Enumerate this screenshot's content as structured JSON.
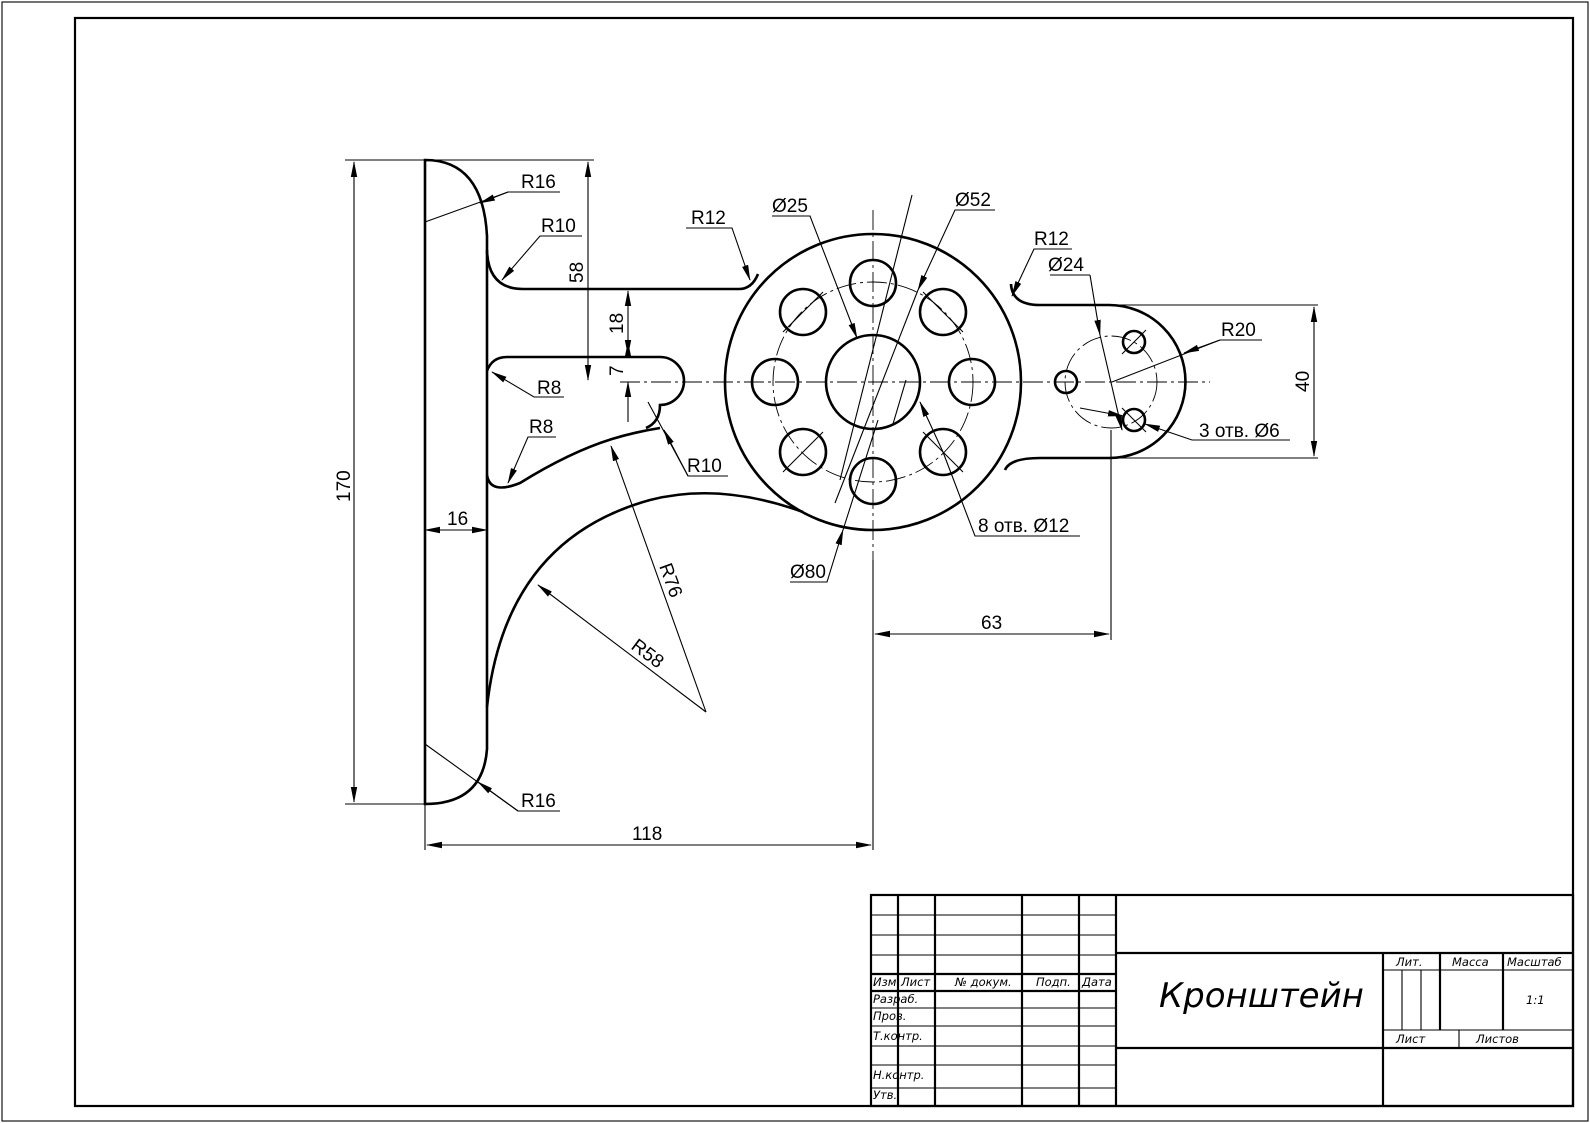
{
  "dimensions": {
    "r16_top": "R16",
    "r10_top": "R10",
    "r12_left": "R12",
    "d25": "Ø25",
    "d52": "Ø52",
    "r12_right": "R12",
    "d24": "Ø24",
    "r20": "R20",
    "dim_58": "58",
    "dim_18": "18",
    "dim_7": "7",
    "dim_40": "40",
    "r8_upper": "R8",
    "r8_lower": "R8",
    "r10_slot": "R10",
    "holes_6": "3 отв. Ø6",
    "dim_170": "170",
    "dim_16": "16",
    "holes_12": "8 отв. Ø12",
    "d80": "Ø80",
    "r76": "R76",
    "r58": "R58",
    "dim_63": "63",
    "r16_bottom": "R16",
    "dim_118": "118"
  },
  "title_block": {
    "col_izm": "Изм",
    "col_list": "Лист",
    "col_dokum": "№ докум.",
    "col_podp": "Подп.",
    "col_data": "Дата",
    "row_razrab": "Разраб.",
    "row_prov": "Пров.",
    "row_tkontr": "Т.контр.",
    "row_nkontr": "Н.контр.",
    "row_utv": "Утв.",
    "part_name": "Кронштейн",
    "lit_label": "Лит.",
    "mass_label": "Масса",
    "scale_label": "Масштаб",
    "scale_value": "1:1",
    "sheet_label": "Лист",
    "sheets_label": "Листов"
  }
}
